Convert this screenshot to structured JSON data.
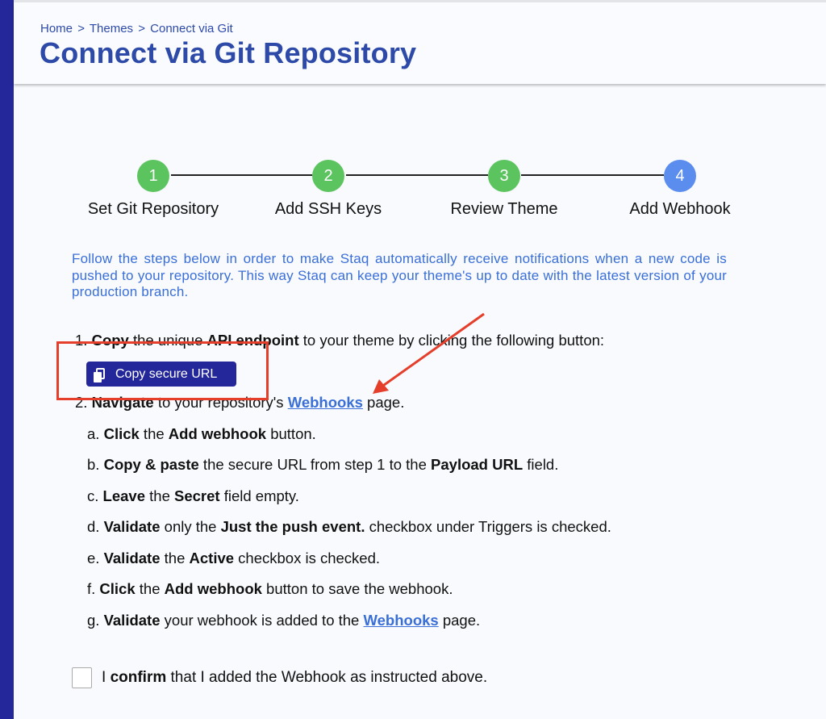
{
  "breadcrumb": [
    "Home",
    "Themes",
    "Connect via Git"
  ],
  "breadcrumb_sep": ">",
  "title": "Connect via Git Repository",
  "colors": {
    "sidebar": "#23279a",
    "accent": "#2e4aa8",
    "done": "#5cc45f",
    "active": "#5b8def",
    "link": "#3a6fd8",
    "highlight": "#e53e2a"
  },
  "steps": [
    {
      "num": "1",
      "label": "Set Git Repository",
      "state": "done"
    },
    {
      "num": "2",
      "label": "Add SSH Keys",
      "state": "done"
    },
    {
      "num": "3",
      "label": "Review Theme",
      "state": "done"
    },
    {
      "num": "4",
      "label": "Add Webhook",
      "state": "active"
    }
  ],
  "intro": "Follow the steps below in order to make Staq automatically receive notifications when a new code is pushed to your repository. This way Staq can keep your theme's up to date with the latest version of your production branch.",
  "copy_button": "Copy secure URL",
  "instructions": [
    {
      "sub": false,
      "segs": [
        [
          "t",
          "1. "
        ],
        [
          "b",
          "Copy"
        ],
        [
          "t",
          " the unique "
        ],
        [
          "b",
          "API endpoint"
        ],
        [
          "t",
          " to your theme by clicking the following button:"
        ]
      ]
    },
    {
      "sub": false,
      "spacer": true,
      "segs": []
    },
    {
      "sub": false,
      "segs": [
        [
          "t",
          "2. "
        ],
        [
          "b",
          "Navigate"
        ],
        [
          "t",
          " to your repository's "
        ],
        [
          "a",
          "Webhooks"
        ],
        [
          "t",
          " page."
        ]
      ]
    },
    {
      "sub": true,
      "segs": [
        [
          "t",
          "a. "
        ],
        [
          "b",
          "Click"
        ],
        [
          "t",
          " the "
        ],
        [
          "b",
          "Add webhook"
        ],
        [
          "t",
          " button."
        ]
      ]
    },
    {
      "sub": true,
      "segs": [
        [
          "t",
          "b. "
        ],
        [
          "b",
          "Copy & paste"
        ],
        [
          "t",
          " the secure URL from step 1 to the "
        ],
        [
          "b",
          "Payload URL"
        ],
        [
          "t",
          " field."
        ]
      ]
    },
    {
      "sub": true,
      "segs": [
        [
          "t",
          "c. "
        ],
        [
          "b",
          "Leave"
        ],
        [
          "t",
          " the "
        ],
        [
          "b",
          "Secret"
        ],
        [
          "t",
          " field empty."
        ]
      ]
    },
    {
      "sub": true,
      "segs": [
        [
          "t",
          "d. "
        ],
        [
          "b",
          "Validate"
        ],
        [
          "t",
          " only the "
        ],
        [
          "b",
          "Just the push event."
        ],
        [
          "t",
          " checkbox under Triggers is checked."
        ]
      ]
    },
    {
      "sub": true,
      "segs": [
        [
          "t",
          "e. "
        ],
        [
          "b",
          "Validate"
        ],
        [
          "t",
          " the "
        ],
        [
          "b",
          "Active"
        ],
        [
          "t",
          " checkbox is checked."
        ]
      ]
    },
    {
      "sub": true,
      "segs": [
        [
          "t",
          "f. "
        ],
        [
          "b",
          "Click"
        ],
        [
          "t",
          " the "
        ],
        [
          "b",
          "Add webhook"
        ],
        [
          "t",
          " button to save the webhook."
        ]
      ]
    },
    {
      "sub": true,
      "segs": [
        [
          "t",
          "g. "
        ],
        [
          "b",
          "Validate"
        ],
        [
          "t",
          " your webhook is added to the "
        ],
        [
          "a",
          "Webhooks"
        ],
        [
          "t",
          " page."
        ]
      ]
    }
  ],
  "confirm": {
    "pre": "I ",
    "bold": "confirm",
    "post": " that I added the Webhook as instructed above.",
    "checked": false
  }
}
